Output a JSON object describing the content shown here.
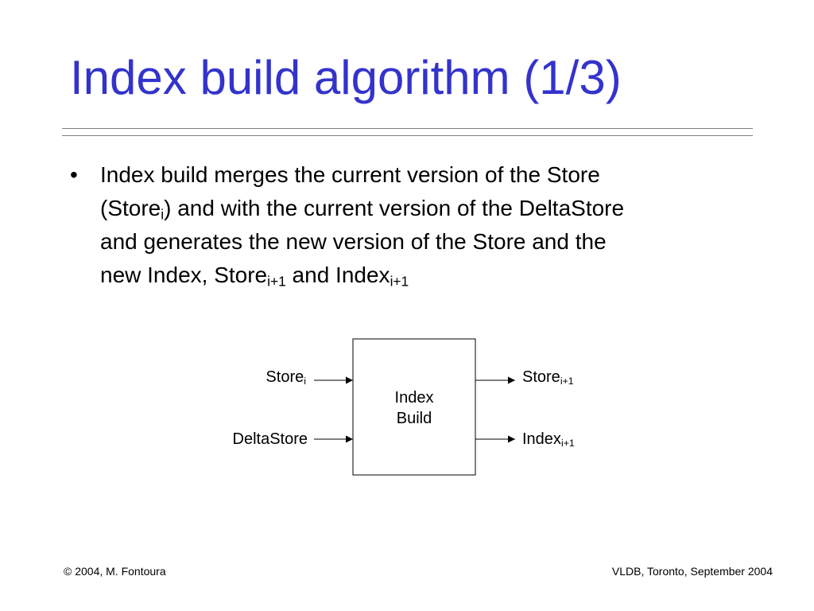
{
  "slide": {
    "title": "Index build algorithm (1/3)",
    "bullet": {
      "marker": "•",
      "line1": "Index build merges the current version of the Store",
      "line2_pre": "(Store",
      "line2_sub": "i",
      "line2_post": ") and with the current version of the DeltaStore",
      "line3": "and generates the new version of the Store and the",
      "line4_pre": "new Index, Store",
      "line4_sub1": "i+1",
      "line4_mid": " and Index",
      "line4_sub2": "i+1"
    },
    "diagram": {
      "box_line1": "Index",
      "box_line2": "Build",
      "input_store": "Store",
      "input_store_sub": "i",
      "input_delta": "DeltaStore",
      "output_store": "Store",
      "output_store_sub": "i+1",
      "output_index": "Index",
      "output_index_sub": "i+1"
    },
    "footer": {
      "left": "© 2004, M. Fontoura",
      "right": "VLDB, Toronto, September 2004"
    },
    "colors": {
      "title": "#3333cc",
      "rule": "#808080",
      "text": "#000000"
    }
  }
}
